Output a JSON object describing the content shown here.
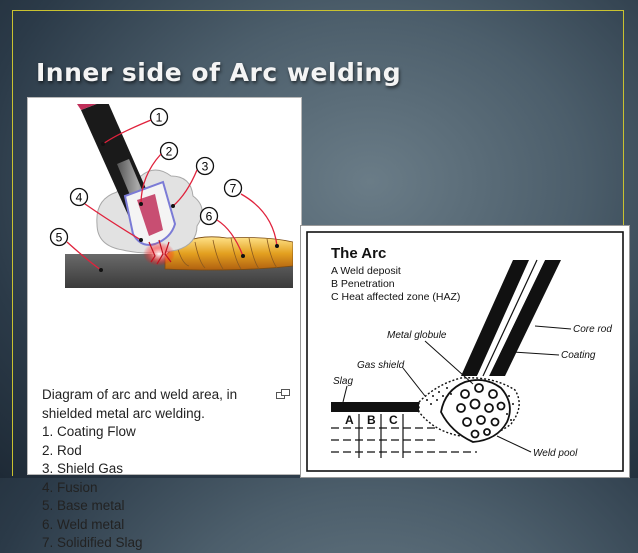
{
  "slide": {
    "title": "Inner side of Arc welding"
  },
  "left_figure": {
    "callouts": [
      "1",
      "2",
      "3",
      "4",
      "5",
      "6",
      "7"
    ],
    "caption_lines": [
      "Diagram of arc and weld area, in",
      "shielded metal arc welding."
    ],
    "legend_items": [
      "1. Coating Flow",
      "2. Rod",
      "3. Shield Gas",
      "4. Fusion",
      "5. Base metal",
      "6. Weld metal",
      "7. Solidified Slag"
    ],
    "icons": [
      "enlarge-icon"
    ]
  },
  "right_figure": {
    "heading": "The Arc",
    "legend": [
      "A  Weld deposit",
      "B  Penetration",
      "C  Heat affected zone (HAZ)"
    ],
    "labels": {
      "core_rod": "Core rod",
      "coating": "Coating",
      "metal_globule": "Metal globule",
      "gas_shield": "Gas shield",
      "slag": "Slag",
      "weld_pool": "Weld pool",
      "a": "A",
      "b": "B",
      "c": "C"
    }
  },
  "colors": {
    "title_text": "#f4f4f4",
    "frame_border": "#c9c230",
    "callout_line": "#e0223c",
    "weld_bead": "#e3a020",
    "base_metal": "#4a4a4a"
  }
}
